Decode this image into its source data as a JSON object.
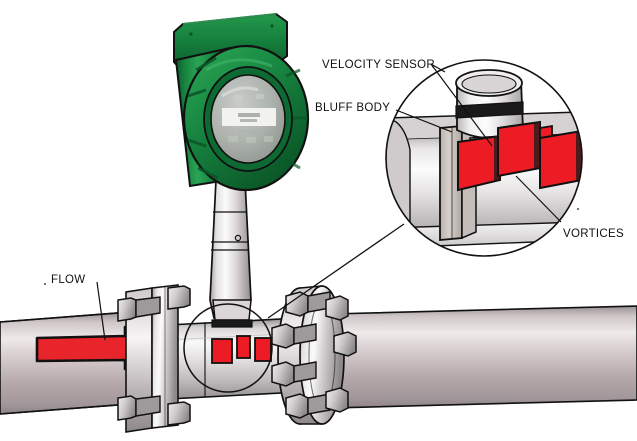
{
  "diagram": {
    "type": "vortex-flowmeter-cutaway",
    "background_color": "#ffffff",
    "labels": {
      "velocity_sensor": "VELOCITY SENSOR",
      "bluff_body": "BLUFF BODY",
      "vortices": "VORTICES",
      "flow": "FLOW"
    },
    "colors": {
      "vortex_red": "#ED1C24",
      "flow_arrow_red": "#E8252B",
      "housing_green_light": "#2A9A4E",
      "housing_green": "#14803C",
      "housing_green_dark": "#0A5E2B",
      "pipe_light": "#E8E2E2",
      "pipe_mid": "#BCAEAF",
      "pipe_dark": "#8F8486",
      "steel_light": "#F2F0F0",
      "steel_mid": "#C9C6C6",
      "steel_dark": "#8E8B8C",
      "outline": "#111111",
      "label_text": "#111111"
    },
    "components": {
      "transmitter_housing": "green explosion-proof transmitter enclosure",
      "terminal_cover": "rectangular terminal compartment cover on top",
      "display_window": "round glass window with LCD readout",
      "neck": "tapered stem connecting transmitter to meter body",
      "meter_body": "inline vortex meter body between flanges",
      "left_flange": "raised-face flange pair with hex bolts",
      "right_flange": "raised-face flange pair with hex bolts",
      "upstream_pipe": "process pipe upstream",
      "downstream_pipe": "process pipe downstream",
      "detail_circle_small": "callout circle on meter body",
      "detail_circle_large": "magnified cutaway detail circle",
      "velocity_sensor": "cylindrical velocity sensor above bluff body",
      "bluff_body": "vertical bluff body bar across bore",
      "vortices": "three red vortex blocks shed downstream"
    },
    "flow_direction": "left-to-right"
  }
}
